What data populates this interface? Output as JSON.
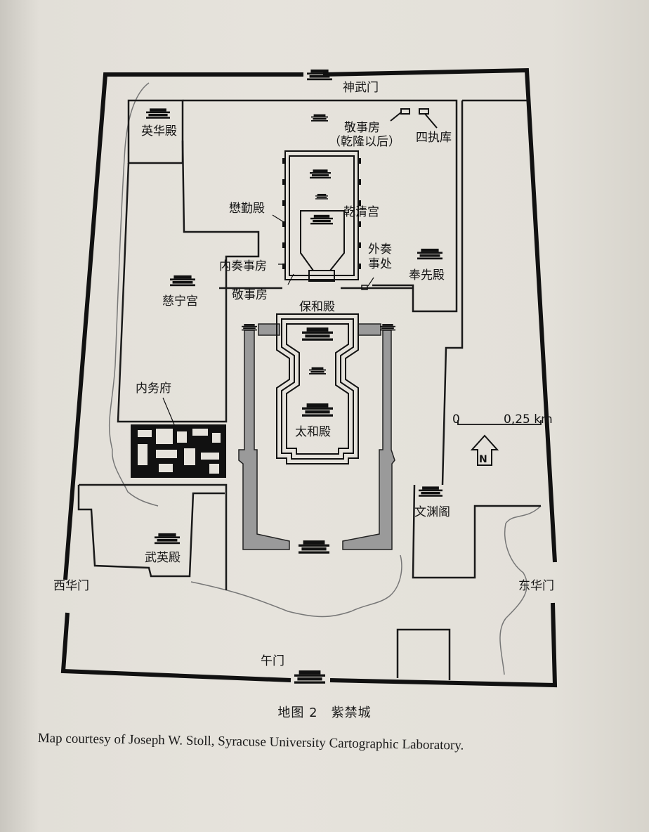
{
  "map": {
    "labels": {
      "shenwumen": "神武门",
      "yinghuadian": "英华殿",
      "jingshifang_top_1": "敬事房",
      "jingshifang_top_2": "（乾隆以后）",
      "sizhiku": "四执库",
      "maoqindian": "懋勤殿",
      "qianqinggong": "乾清宫",
      "neizoushifang": "内奏事房",
      "waizoushichu_1": "外奏",
      "waizoushichu_2": "事处",
      "fengxiandian": "奉先殿",
      "jingshifang": "敬事房",
      "cininggong": "慈宁宫",
      "baohedian": "保和殿",
      "neiwufu": "内务府",
      "taihedian": "太和殿",
      "wenyuange": "文渊阁",
      "wuyingdian": "武英殿",
      "xihuamen": "西华门",
      "donghuamen": "东华门",
      "wumen": "午门"
    },
    "scale": {
      "start": "0",
      "end": "0,25 km"
    },
    "north_arrow": "N"
  },
  "caption": "地图 2　紫禁城",
  "credit": "Map courtesy of Joseph W. Stoll, Syracuse University Cartographic Laboratory."
}
